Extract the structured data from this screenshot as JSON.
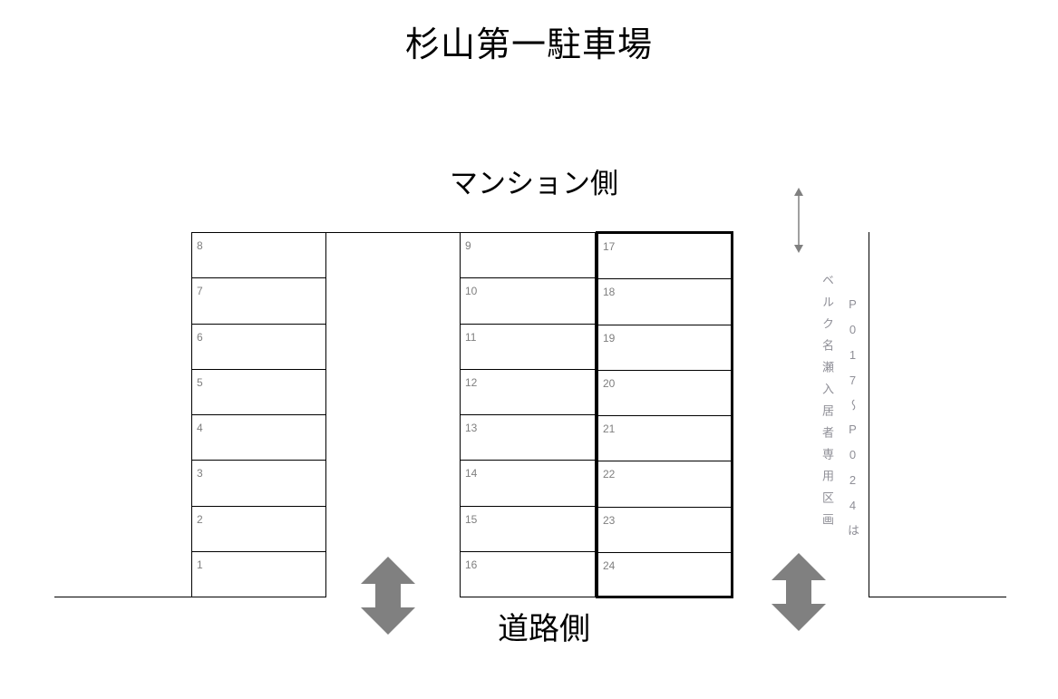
{
  "title": "杉山第一駐車場",
  "labels": {
    "top": "マンション側",
    "bottom": "道路側"
  },
  "grids": [
    {
      "name": "left-block",
      "stalls": [
        "8",
        "7",
        "6",
        "5",
        "4",
        "3",
        "2",
        "1"
      ]
    },
    {
      "name": "middle-block",
      "stalls": [
        "9",
        "10",
        "11",
        "12",
        "13",
        "14",
        "15",
        "16"
      ]
    },
    {
      "name": "right-block",
      "stalls": [
        "17",
        "18",
        "19",
        "20",
        "21",
        "22",
        "23",
        "24"
      ]
    }
  ],
  "notes": {
    "reserved_area": "ベルク名瀬入居者専用区画",
    "reserved_range": "P017～P024は"
  },
  "colors": {
    "stall_number": "#7f7f7f",
    "note_text": "#8f8f97",
    "arrow_fill": "#808080",
    "line": "#000000",
    "highlight_border": "#000000"
  },
  "icons": {
    "entrance_arrow_left": "double-arrow-vertical-icon",
    "entrance_arrow_right": "double-arrow-vertical-icon",
    "measure_arrow": "thin-double-arrow-vertical-icon"
  }
}
